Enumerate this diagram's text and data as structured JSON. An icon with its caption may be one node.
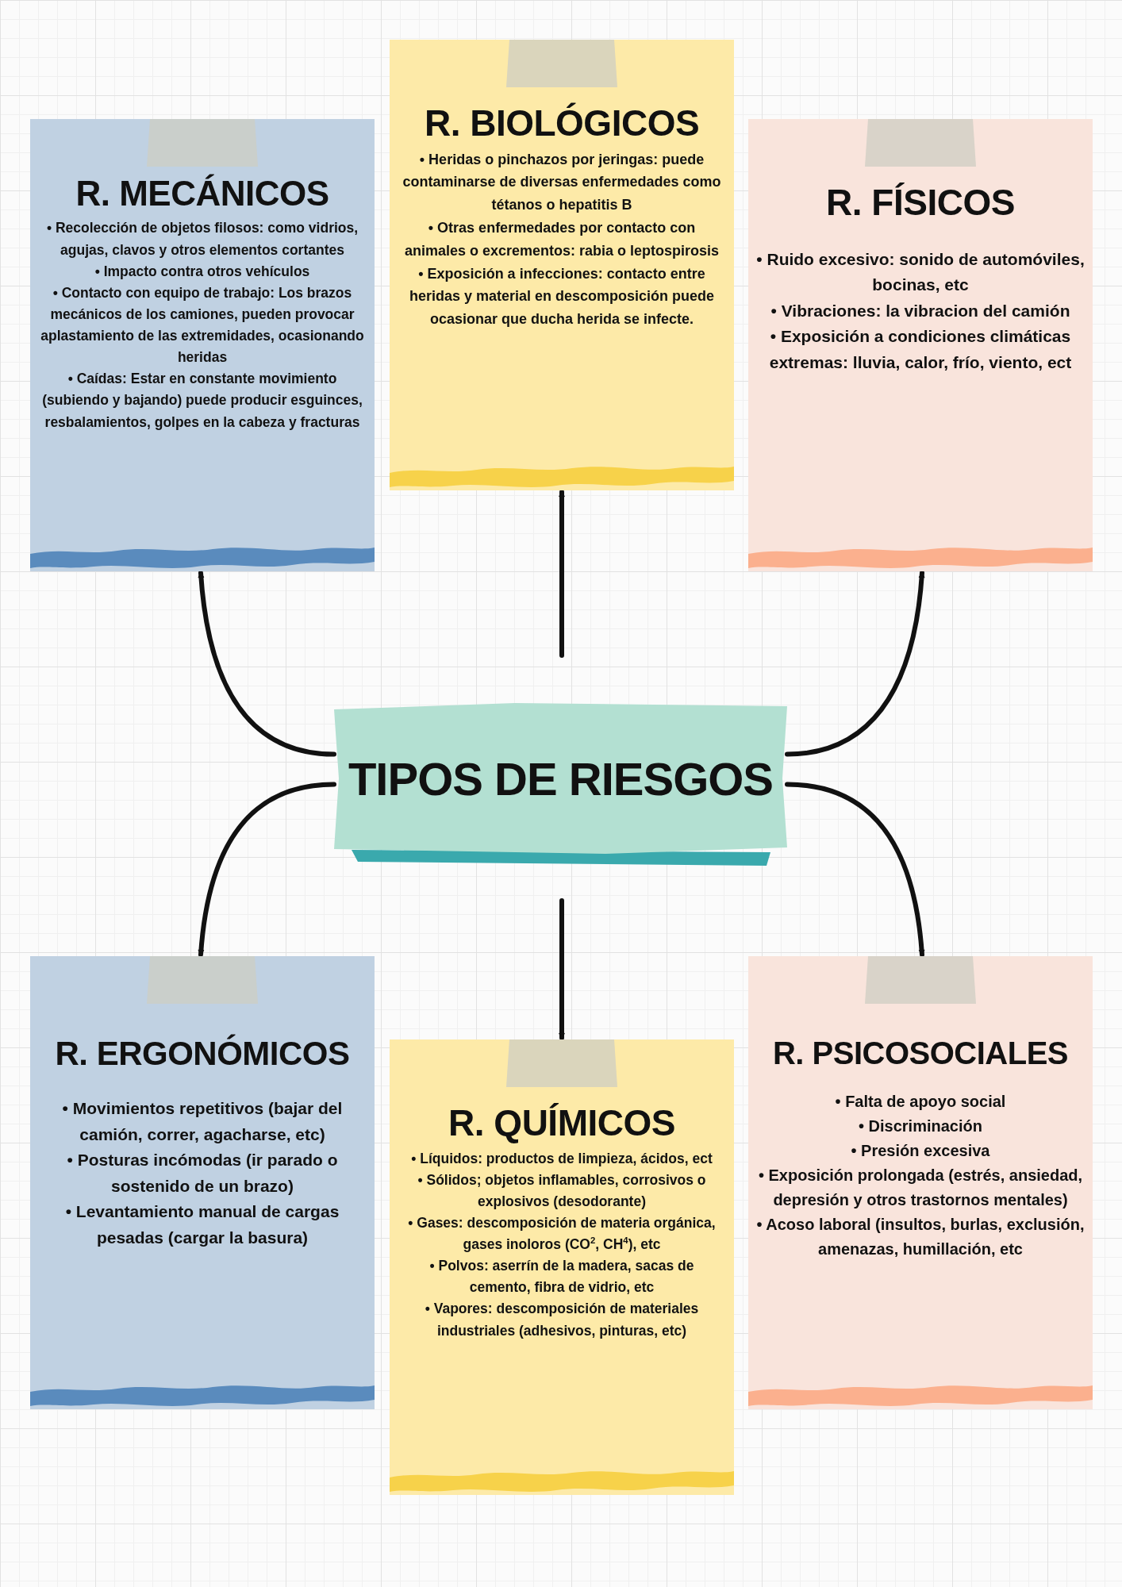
{
  "diagram": {
    "nodes": [
      {
        "text": [
          "TIPOS DE RIESGOS"
        ]
      },
      {
        "text": [
          "R. MECÁNICOS",
          "• Recolección de objetos filosos: como vidrios, agujas, clavos y otros elementos cortantes",
          "• Impacto contra otros vehículos",
          "• Contacto con equipo de trabajo: Los brazos mecánicos de los camiones, pueden provocar aplastamiento de las extremidades, ocasionando heridas",
          "• Caídas: Estar en constante movimiento (subiendo y bajando) puede producir esguinces, resbalamientos, golpes en la cabeza y fracturas"
        ]
      },
      {
        "text": [
          "R. BIOLÓGICOS",
          "• Heridas o pinchazos por jeringas: puede contaminarse de diversas enfermedades como tétanos o hepatitis B",
          "• Otras enfermedades por contacto con animales o excrementos: rabia o leptospirosis",
          "• Exposición a infecciones: contacto entre heridas y material en descomposición puede ocasionar que ducha herida se infecte."
        ]
      },
      {
        "text": [
          "R. FÍSICOS",
          "• Ruido excesivo: sonido de automóviles, bocinas, etc",
          "• Vibraciones: la vibracion del camión",
          "• Exposición a condiciones climáticas extremas: lluvia, calor, frío, viento, ect"
        ]
      },
      {
        "text": [
          "R. ERGONÓMICOS",
          "• Movimientos repetitivos (bajar del camión, correr, agacharse, etc)",
          "• Posturas incómodas (ir parado o sostenido de un brazo)",
          "• Levantamiento manual de cargas pesadas (cargar la basura)"
        ]
      },
      {
        "text": [
          "R. QUÍMICOS",
          "• Líquidos: productos de limpieza, ácidos, ect",
          "• Sólidos; objetos inflamables, corrosivos o explosivos (desodorante)",
          "• Gases: descomposición de materia orgánica, gases inoloros (CO$^{2}$, CH$^{4}$), etc",
          "• Polvos: aserrín de la madera, sacas de cemento, fibra de vidrio, etc",
          "• Vapores: descomposición de materiales industriales (adhesivos, pinturas, etc)"
        ]
      },
      {
        "text": [
          "R. PSICOSOCIALES",
          "• Falta de apoyo social",
          "• Discriminación",
          "• Presión excesiva",
          "• Exposición prolongada (estrés, ansiedad, depresión y otros trastornos mentales)",
          "• Acoso laboral (insultos, burlas, exclusión, amenazas, humillación, etc"
        ]
      }
    ],
    "edges": [
      {
        "from": 0,
        "to": 1,
        "arrow": "to"
      },
      {
        "from": 0,
        "to": 2,
        "arrow": "to"
      },
      {
        "from": 0,
        "to": 3,
        "arrow": "to"
      },
      {
        "from": 0,
        "to": 4,
        "arrow": "to"
      },
      {
        "from": 0,
        "to": 5,
        "arrow": "to"
      },
      {
        "from": 0,
        "to": 6,
        "arrow": "to"
      }
    ]
  }
}
